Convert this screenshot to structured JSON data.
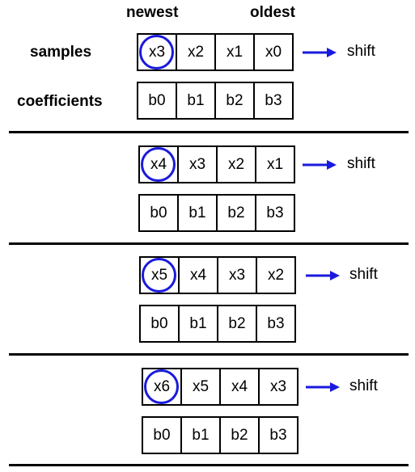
{
  "headers": {
    "newest": "newest",
    "oldest": "oldest"
  },
  "row_labels": {
    "samples": "samples",
    "coefficients": "coefficients"
  },
  "shift_label": "shift",
  "colors": {
    "circle": "#1a1adc",
    "arrow": "#1a1adc",
    "border": "#000000"
  },
  "steps": [
    {
      "samples": [
        "x3",
        "x2",
        "x1",
        "x0"
      ],
      "coefficients": [
        "b0",
        "b1",
        "b2",
        "b3"
      ]
    },
    {
      "samples": [
        "x4",
        "x3",
        "x2",
        "x1"
      ],
      "coefficients": [
        "b0",
        "b1",
        "b2",
        "b3"
      ]
    },
    {
      "samples": [
        "x5",
        "x4",
        "x3",
        "x2"
      ],
      "coefficients": [
        "b0",
        "b1",
        "b2",
        "b3"
      ]
    },
    {
      "samples": [
        "x6",
        "x5",
        "x4",
        "x3"
      ],
      "coefficients": [
        "b0",
        "b1",
        "b2",
        "b3"
      ]
    }
  ]
}
